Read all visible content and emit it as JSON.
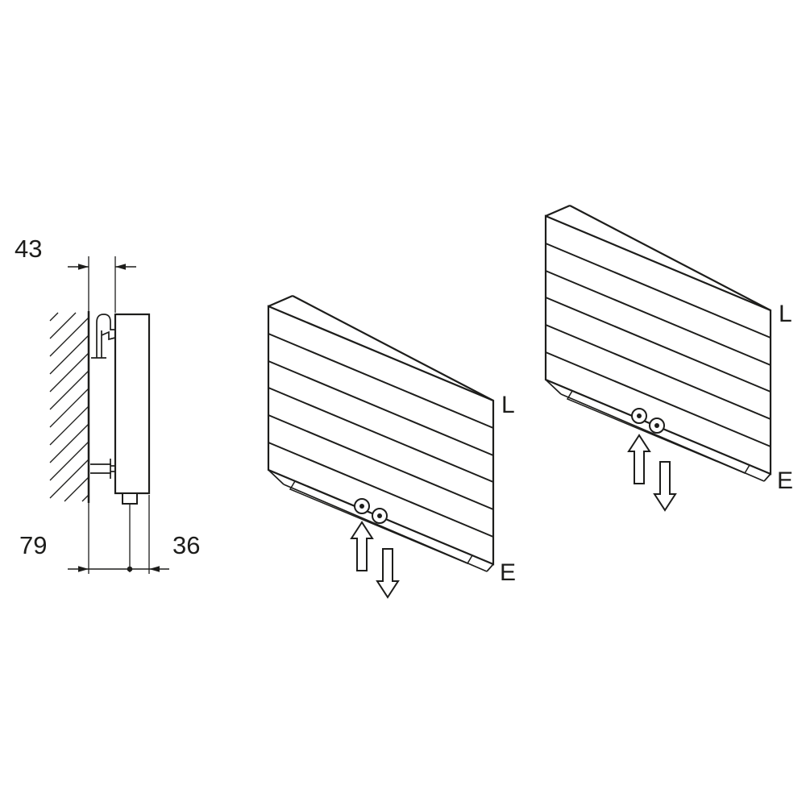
{
  "colors": {
    "line": "#1d1d1b",
    "background": "#ffffff"
  },
  "side_view": {
    "dims": {
      "bracket_depth": "43",
      "wall_to_pipe": "79",
      "pipe_to_front": "36"
    }
  },
  "views": [
    {
      "vent": "L",
      "drain": "E"
    },
    {
      "vent": "L",
      "drain": "E"
    }
  ],
  "icons": {
    "flow_up": "arrow-up-outline-icon",
    "flow_down": "arrow-down-outline-icon",
    "valves": "pipe-connection-icon"
  }
}
